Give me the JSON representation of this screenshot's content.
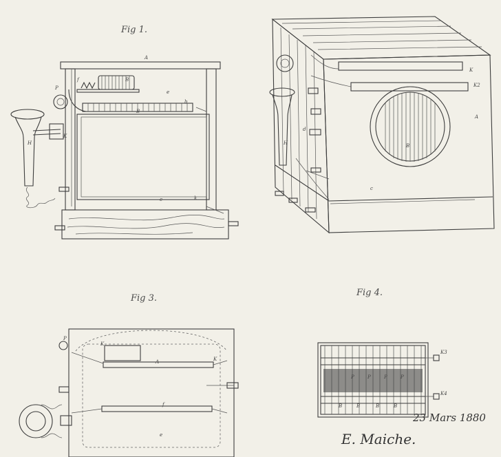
{
  "figures": {
    "fig1": {
      "label": "Fig 1."
    },
    "fig3": {
      "label": "Fig 3."
    },
    "fig4": {
      "label": "Fig 4."
    }
  },
  "annotations": {
    "date": "23 Mars 1880",
    "signature": "E. Maiche."
  },
  "part_letters": {
    "fig1": [
      "A",
      "B",
      "P",
      "H",
      "K",
      "f",
      "e",
      "b",
      "c",
      "k",
      "B"
    ],
    "fig2": [
      "A",
      "B",
      "H",
      "K",
      "K2",
      "c",
      "d"
    ],
    "fig3": [
      "P",
      "K",
      "K",
      "A",
      "f",
      "e"
    ],
    "fig4": [
      "K3",
      "K4",
      "B",
      "B",
      "B",
      "B",
      "P",
      "P",
      "P",
      "P"
    ]
  }
}
